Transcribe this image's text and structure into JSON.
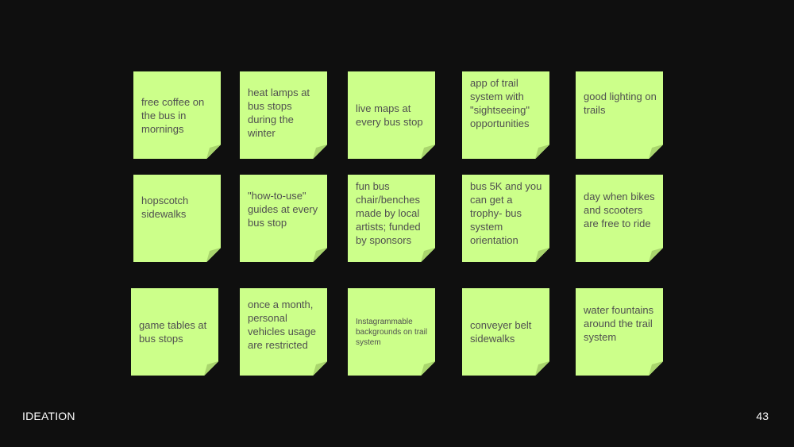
{
  "footer": {
    "section_label": "IDEATION",
    "page_number": "43"
  },
  "colors": {
    "background": "#0f0f0f",
    "note": "#ccff8a",
    "note_text": "#505050",
    "curl": "#a9d66d"
  },
  "notes": [
    "free coffee on the bus in mornings",
    "heat lamps at bus stops during the winter",
    "live maps at every bus stop",
    "app of trail system with \"sightseeing\" opportunities",
    "good lighting on trails",
    "hopscotch sidewalks",
    "\"how-to-use\" guides at every bus stop",
    "fun bus chair/benches made by local artists; funded by sponsors",
    "bus 5K and you can get a trophy- bus system orientation",
    "day when bikes and scooters are free to ride",
    "game tables at bus stops",
    "once a month, personal vehicles usage are restricted",
    "Instagrammable backgrounds on trail system",
    "conveyer belt sidewalks",
    "water fountains around the trail system"
  ]
}
